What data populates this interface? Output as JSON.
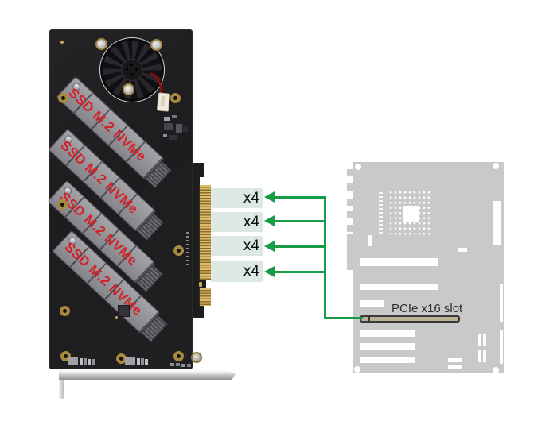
{
  "diagram": {
    "card": {
      "ssd_labels": [
        "SSD M.2 NVMe",
        "SSD M.2 NVMe",
        "SSD M.2 NVMe",
        "SSD M.2 NVMe"
      ]
    },
    "lanes": {
      "labels": [
        "x4",
        "x4",
        "x4",
        "x4"
      ]
    },
    "motherboard": {
      "slot_label": "PCIe x16 slot"
    }
  },
  "colors": {
    "lane_box_bg": "#dce8e2",
    "arrow_green": "#189b49",
    "ssd_text_red": "#d0232a",
    "pcb_black": "#1d1d1f",
    "mobo_gray": "#c9c9c9",
    "slot_tan": "#bcb192",
    "gold": "#c9a855",
    "label_dark": "#2d2d2d"
  }
}
